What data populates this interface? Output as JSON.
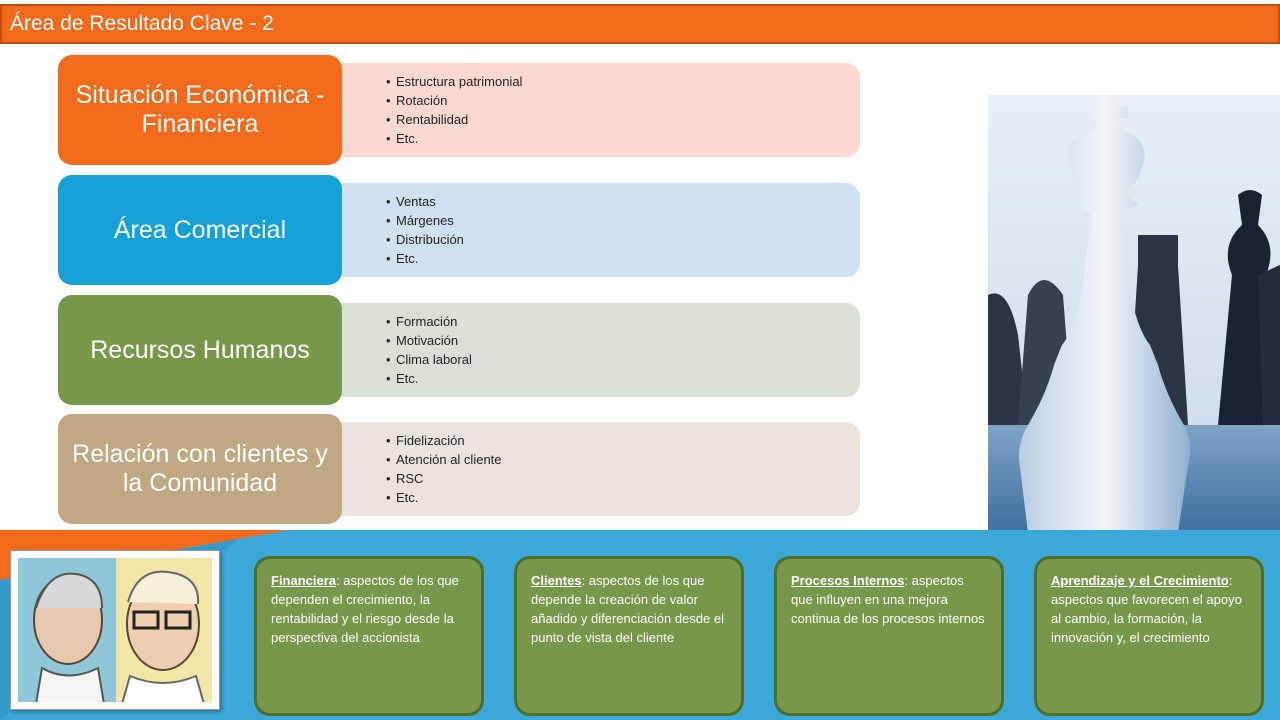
{
  "header": {
    "title": "Área de Resultado Clave - 2"
  },
  "rows": [
    {
      "category": "Situación Económica - Financiera",
      "color": "#f26b1d",
      "bg": "#fcd9d0",
      "items": [
        "Estructura patrimonial",
        "Rotación",
        "Rentabilidad",
        "Etc."
      ]
    },
    {
      "category": "Área Comercial",
      "color": "#15a0d6",
      "bg": "#d0e1f1",
      "items": [
        "Ventas",
        "Márgenes",
        "Distribución",
        "Etc."
      ]
    },
    {
      "category": "Recursos Humanos",
      "color": "#77974a",
      "bg": "#d9e0d5",
      "items": [
        "Formación",
        "Motivación",
        "Clima laboral",
        "Etc."
      ]
    },
    {
      "category": "Relación con clientes y la Comunidad",
      "color": "#c0a982",
      "bg": "#ebe4de",
      "items": [
        "Fidelización",
        "Atención al cliente",
        "RSC",
        "Etc."
      ]
    }
  ],
  "perspectives": [
    {
      "term": "Financiera",
      "text": ": aspectos de los que dependen el crecimiento, la rentabilidad y el riesgo desde la perspectiva del accionista"
    },
    {
      "term": "Clientes",
      "text": ": aspectos de los que depende la creación de valor añadido y diferenciación desde el punto de vista del cliente"
    },
    {
      "term": "Procesos Internos",
      "text": ": aspectos que influyen en una mejora continua de los procesos internos"
    },
    {
      "term": "Aprendizaje y el Crecimiento",
      "text": ": aspectos que favorecen el apoyo al cambio, la formación, la innovación y, el crecimiento"
    }
  ]
}
